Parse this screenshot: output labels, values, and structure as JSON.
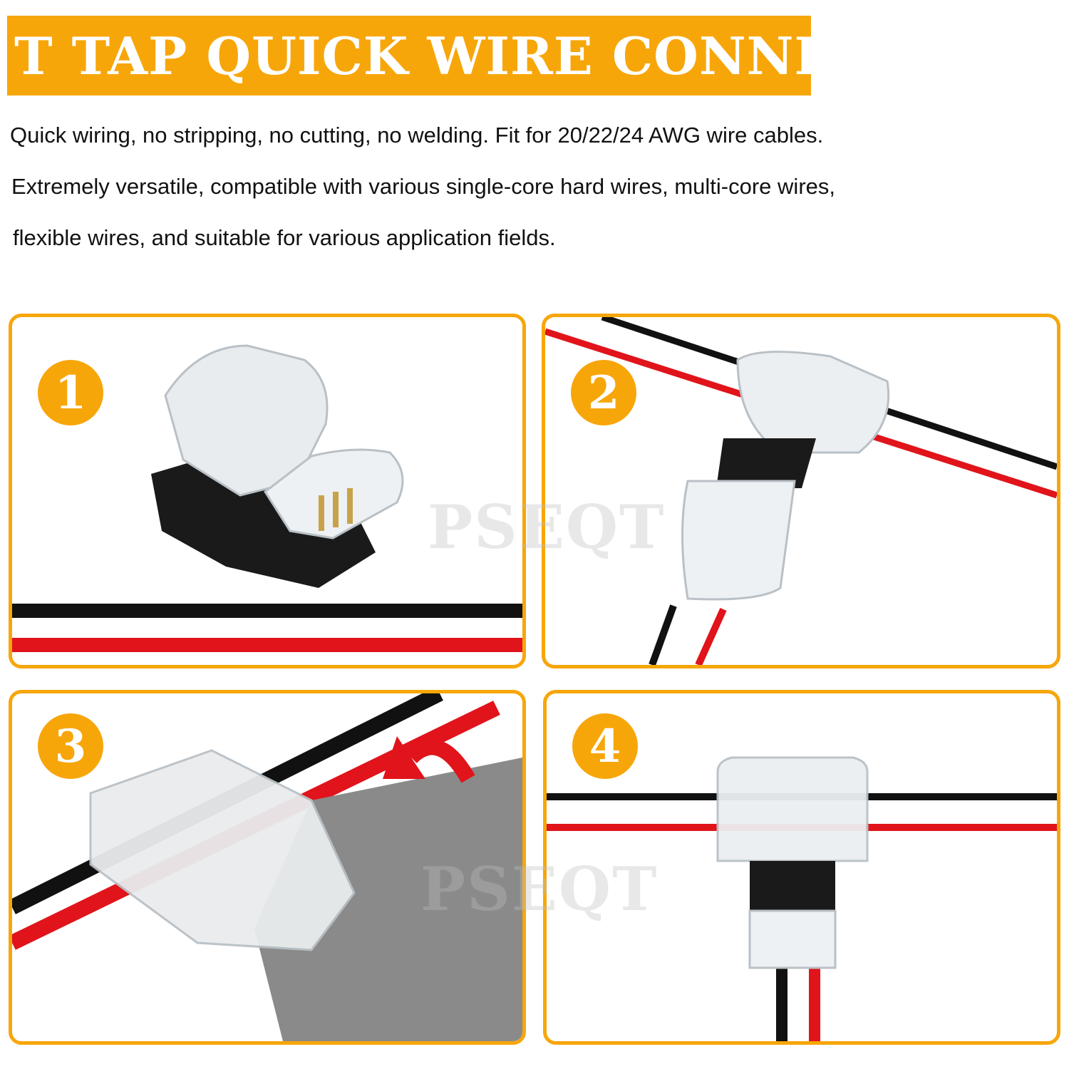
{
  "title": "T TAP QUICK WIRE CONNECTOR",
  "description": [
    "Quick wiring, no stripping, no cutting, no welding. Fit for 20/22/24 AWG wire cables.",
    "Extremely versatile, compatible with various single-core hard wires, multi-core wires,",
    "flexible wires, and suitable for various application fields."
  ],
  "steps": [
    {
      "number": "1"
    },
    {
      "number": "2"
    },
    {
      "number": "3"
    },
    {
      "number": "4"
    }
  ],
  "watermark": "PSEQT",
  "colors": {
    "accent": "#f7a60a",
    "wire_red": "#e0141a",
    "wire_black": "#111111"
  }
}
